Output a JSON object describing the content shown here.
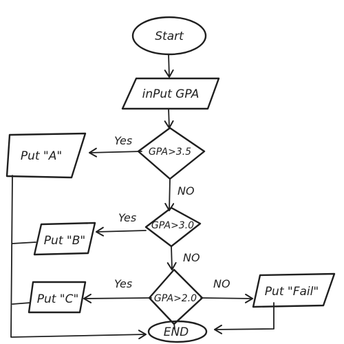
{
  "flowchart": {
    "nodes": {
      "start": {
        "label": "Start",
        "shape": "ellipse"
      },
      "input": {
        "label": "inPut GPA",
        "shape": "parallelogram"
      },
      "decision1": {
        "label": "GPA>3.5",
        "shape": "diamond"
      },
      "decision2": {
        "label": "GPA>3.0",
        "shape": "diamond"
      },
      "decision3": {
        "label": "GPA>2.0",
        "shape": "diamond"
      },
      "outA": {
        "label": "Put \"A\"",
        "shape": "parallelogram"
      },
      "outB": {
        "label": "Put \"B\"",
        "shape": "parallelogram"
      },
      "outC": {
        "label": "Put \"C\"",
        "shape": "parallelogram"
      },
      "outFail": {
        "label": "Put \"Fail\"",
        "shape": "parallelogram"
      },
      "end": {
        "label": "END",
        "shape": "ellipse"
      }
    },
    "edges": {
      "d1_yes": "Yes",
      "d1_no": "NO",
      "d2_yes": "Yes",
      "d2_no": "NO",
      "d3_yes": "Yes",
      "d3_no": "NO"
    }
  }
}
